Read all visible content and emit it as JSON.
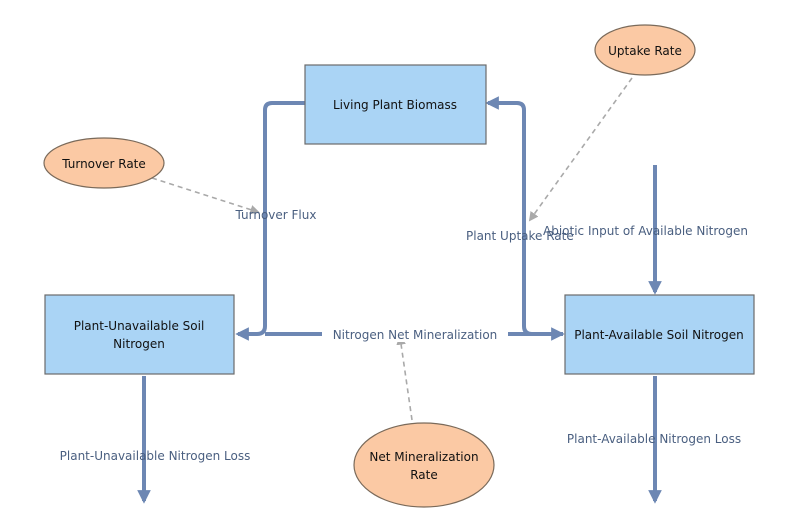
{
  "stocks": {
    "living_plant_biomass": "Living Plant Biomass",
    "plant_unavailable_line1": "Plant-Unavailable Soil",
    "plant_unavailable_line2": "Nitrogen",
    "plant_available": "Plant-Available Soil Nitrogen"
  },
  "parameters": {
    "uptake_rate": "Uptake Rate",
    "turnover_rate": "Turnover Rate",
    "net_mineralization_line1": "Net Mineralization",
    "net_mineralization_line2": "Rate"
  },
  "flows": {
    "turnover_flux": "Turnover Flux",
    "plant_uptake": "Plant Uptake Rate",
    "abiotic_input": "Abiotic Input of Available Nitrogen",
    "nitrogen_net_mineralization": "Nitrogen Net Mineralization",
    "plant_unavailable_loss": "Plant-Unavailable Nitrogen Loss",
    "plant_available_loss": "Plant-Available Nitrogen Loss"
  },
  "colors": {
    "stock_fill": "#aad4f5",
    "parameter_fill": "#fbc9a4",
    "flow_stroke": "#6d87b3",
    "link_stroke": "#a9a9a9"
  }
}
